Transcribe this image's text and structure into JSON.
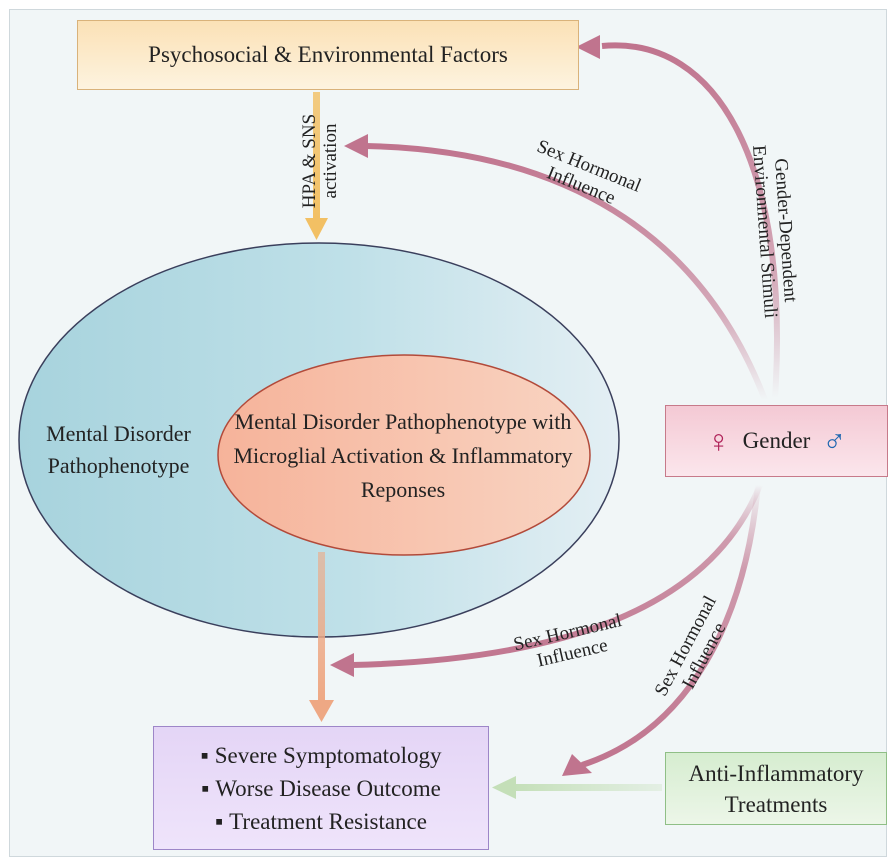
{
  "boxes": {
    "psychosocial": "Psychosocial & Environmental Factors",
    "gender": "Gender",
    "female_symbol": "♀",
    "male_symbol": "♂",
    "outcomes": [
      "Severe Symptomatology",
      "Worse Disease Outcome",
      "Treatment Resistance"
    ],
    "anti_inflammatory": "Anti-Inflammatory Treatments"
  },
  "ellipses": {
    "outer": "Mental Disorder Pathophenotype",
    "inner": "Mental Disorder Pathophenotype with Microglial Activation & Inflammatory Reponses"
  },
  "arrow_labels": {
    "hpa_line1": "HPA & SNS",
    "hpa_line2": "activation",
    "sex_hormonal_top_line1": "Sex Hormonal",
    "sex_hormonal_top_line2": "Influence",
    "gender_env_line1": "Gender-Dependent",
    "gender_env_line2": "Environmental Stimuli",
    "sex_hormonal_mid_line1": "Sex Hormonal",
    "sex_hormonal_mid_line2": "Influence",
    "sex_hormonal_low_line1": "Sex Hormonal",
    "sex_hormonal_low_line2": "Influence"
  },
  "colors": {
    "pink_arrow": "#c0748e",
    "orange_arrow": "#f2c064",
    "salmon_arrow": "#eea884",
    "green_arrow": "#c4dfb8",
    "outer_ellipse": "#a9d4de",
    "inner_ellipse": "#f5b096"
  }
}
